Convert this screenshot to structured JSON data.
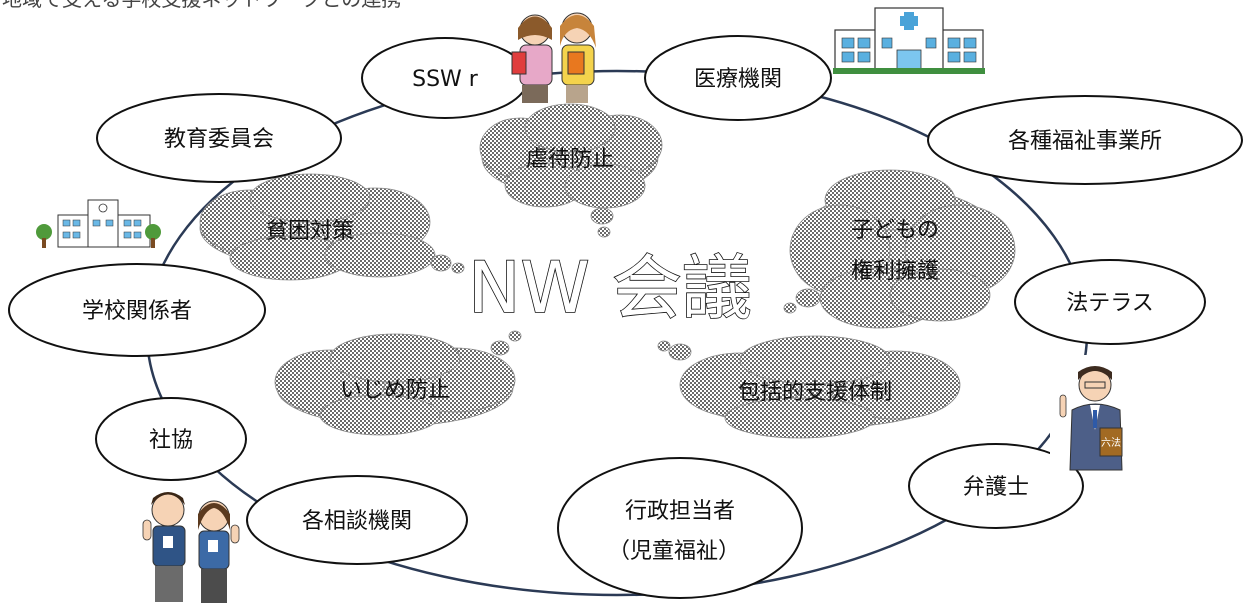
{
  "header": {
    "partial_text": "地域で支える学校支援ネットワークとの連携"
  },
  "title": "NW 会議",
  "nodes": [
    {
      "id": "sswr",
      "label": "SSW r"
    },
    {
      "id": "medical",
      "label": "医療機関"
    },
    {
      "id": "welfare-offices",
      "label": "各種福祉事業所"
    },
    {
      "id": "board-of-education",
      "label": "教育委員会"
    },
    {
      "id": "school-staff",
      "label": "学校関係者"
    },
    {
      "id": "houterasu",
      "label": "法テラス"
    },
    {
      "id": "shakyo",
      "label": "社協"
    },
    {
      "id": "lawyer",
      "label": "弁護士"
    },
    {
      "id": "consultation",
      "label": "各相談機関"
    },
    {
      "id": "admin",
      "label": "行政担当者",
      "sub": "（児童福祉）"
    }
  ],
  "topics": [
    {
      "id": "abuse-prevention",
      "lines": [
        "虐待防止"
      ]
    },
    {
      "id": "poverty",
      "lines": [
        "貧困対策"
      ]
    },
    {
      "id": "child-rights",
      "lines": [
        "子どもの",
        "権利擁護"
      ]
    },
    {
      "id": "bullying",
      "lines": [
        "いじめ防止"
      ]
    },
    {
      "id": "support-system",
      "lines": [
        "包括的支援体制"
      ]
    }
  ],
  "book_label": "六法",
  "colors": {
    "ring": "#2b3a55",
    "ellipse_stroke": "#111111",
    "cloud_dot": "#555555"
  }
}
